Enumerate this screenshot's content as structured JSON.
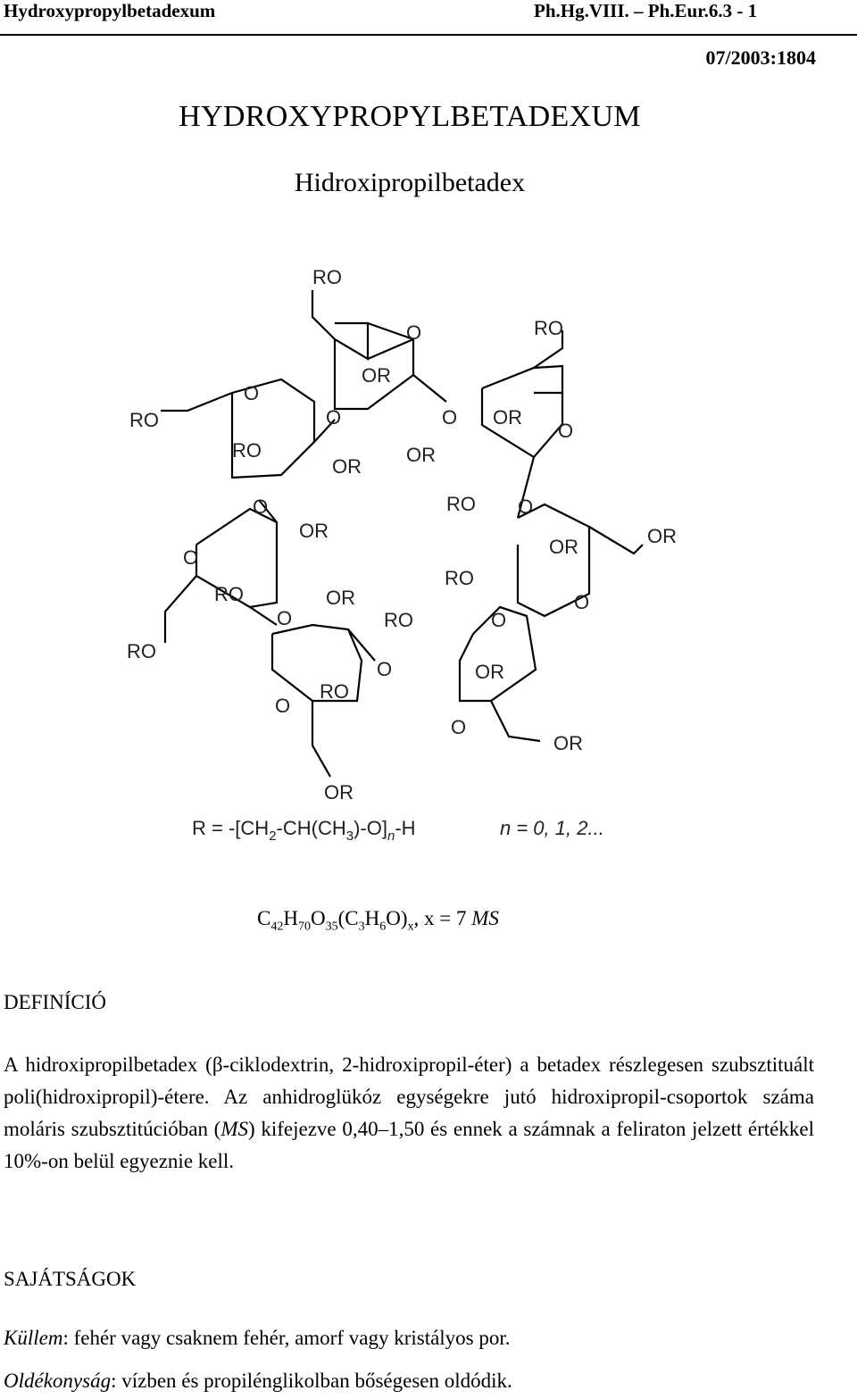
{
  "header": {
    "title": "Hydroxypropylbetadexum",
    "ref": "Ph.Hg.VIII. – Ph.Eur.6.3 - 1",
    "doc_number": "07/2003:1804"
  },
  "title": "HYDROXYPROPYLBETADEXUM",
  "subtitle": "Hidroxipropilbetadex",
  "structure": {
    "labels": {
      "ro": "RO",
      "or": "OR",
      "o": "O"
    },
    "r_definition_lhs": "R = -[CH",
    "r_sub_2": "2",
    "r_mid": "-CH(CH",
    "r_sub_3": "3",
    "r_tail": ")-O]",
    "r_sub_n": "n",
    "r_end": "-H",
    "n_values": "n = 0, 1, 2..."
  },
  "formula": {
    "c": "C",
    "c_sub": "42",
    "h": "H",
    "h_sub": "70",
    "o": "O",
    "o_sub": "35",
    "paren_c": "(C",
    "paren_c_sub": "3",
    "paren_h": "H",
    "paren_h_sub": "6",
    "paren_o": "O)",
    "x_sub": "x",
    "tail": ", x = 7 ",
    "ms": "MS"
  },
  "definition": {
    "heading": "DEFINÍCIÓ",
    "text_1": "A hidroxipropilbetadex (β-ciklodextrin, 2-hidroxipropil-éter) a betadex részlegesen szubsztituált poli(hidroxipropil)-étere. Az anhidroglükóz egységekre jutó hidroxipropil-csoportok száma moláris szubsztitúcióban (",
    "ms": "MS",
    "text_2": ") kifejezve 0,40–1,50 és ennek a számnak a feliraton jelzett értékkel 10%-on belül egyeznie kell."
  },
  "properties": {
    "heading": "SAJÁTSÁGOK",
    "appearance_label": "Küllem",
    "appearance_value": ": fehér vagy csaknem fehér, amorf vagy kristályos por.",
    "solubility_label": "Oldékonyság",
    "solubility_value": ": vízben és propilénglikolban bőségesen oldódik."
  }
}
